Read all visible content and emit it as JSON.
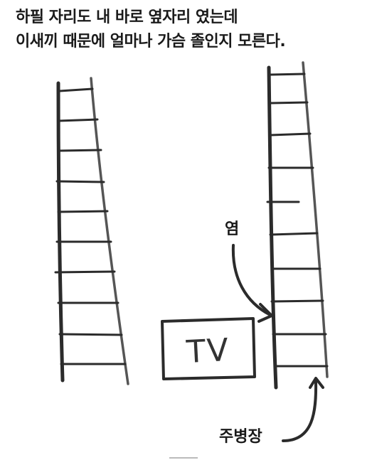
{
  "caption": {
    "line1": "하필 자리도 내 바로 옆자리 였는데",
    "line2": "이새끼 때문에 얼마나 가슴 졸인지 모른다."
  },
  "labels": {
    "yeom": "염",
    "tv": "TV",
    "ward": "주병장"
  },
  "colors": {
    "ink": "#2b2b2b",
    "ink_light": "#6a6a6a",
    "background": "#ffffff"
  }
}
